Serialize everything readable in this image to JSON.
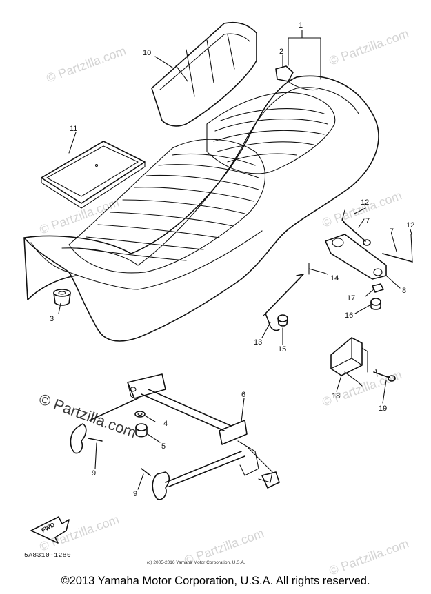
{
  "callouts": {
    "c1": "1",
    "c2": "2",
    "c3": "3",
    "c4": "4",
    "c5": "5",
    "c6": "6",
    "c7a": "7",
    "c7b": "7",
    "c8": "8",
    "c9a": "9",
    "c9b": "9",
    "c10": "10",
    "c11": "11",
    "c12a": "12",
    "c12b": "12",
    "c13": "13",
    "c14": "14",
    "c15": "15",
    "c16": "16",
    "c17": "17",
    "c18": "18",
    "c19": "19"
  },
  "watermarks": {
    "w1": "© Partzilla.com",
    "w2": "© Partzilla.com",
    "w3": "© Partzilla.com",
    "w4": "© Partzilla.com",
    "w5": "© Partzilla.com",
    "w6": "© Partzilla.com",
    "w7": "© Partzilla.com",
    "w8": "© Partzilla.com",
    "main": "© Partzilla.com"
  },
  "forward_label": "FWD",
  "diagram_code": "5A8310-1280",
  "inner_copyright": "(c) 2005-2016 Yamaha Motor Corporation, U.S.A.",
  "footer_copyright": "©2013 Yamaha Motor Corporation, U.S.A. All rights reserved.",
  "colors": {
    "line": "#111111",
    "watermark": "#d4d4d4",
    "background": "#ffffff"
  }
}
